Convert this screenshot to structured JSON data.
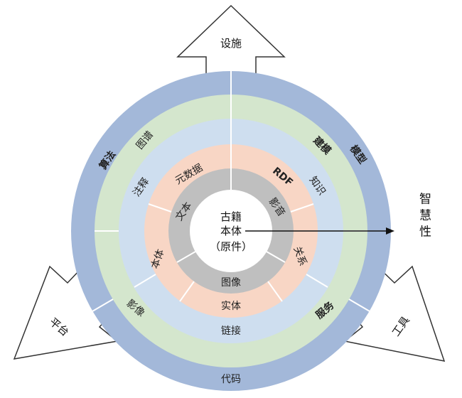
{
  "colors": {
    "ring1": "#a3b8d9",
    "ring2": "#d4e6cd",
    "ring3": "#cedeef",
    "ring4": "#f8d6c5",
    "ring5": "#bfbfbf",
    "center": "#ffffff",
    "divider": "#ffffff",
    "arrow_stroke": "#333333",
    "arrow_fill": "#ffffff"
  },
  "outer_arrows": {
    "top": "设施",
    "left": "平台",
    "right": "工具"
  },
  "right_output": "智慧性",
  "core": {
    "line1": "古籍",
    "line2": "本体",
    "line3": "（原件）"
  },
  "rings": {
    "ring1": [
      "算法",
      "模型",
      "代码"
    ],
    "ring2": [
      "图谱",
      "建模",
      "影像",
      "服务"
    ],
    "ring3": [
      "注释",
      "知识",
      "链接"
    ],
    "ring4": [
      "元数据",
      "RDF",
      "关系",
      "实体",
      "本体"
    ],
    "ring5": [
      "文本",
      "影音",
      "图像"
    ]
  }
}
